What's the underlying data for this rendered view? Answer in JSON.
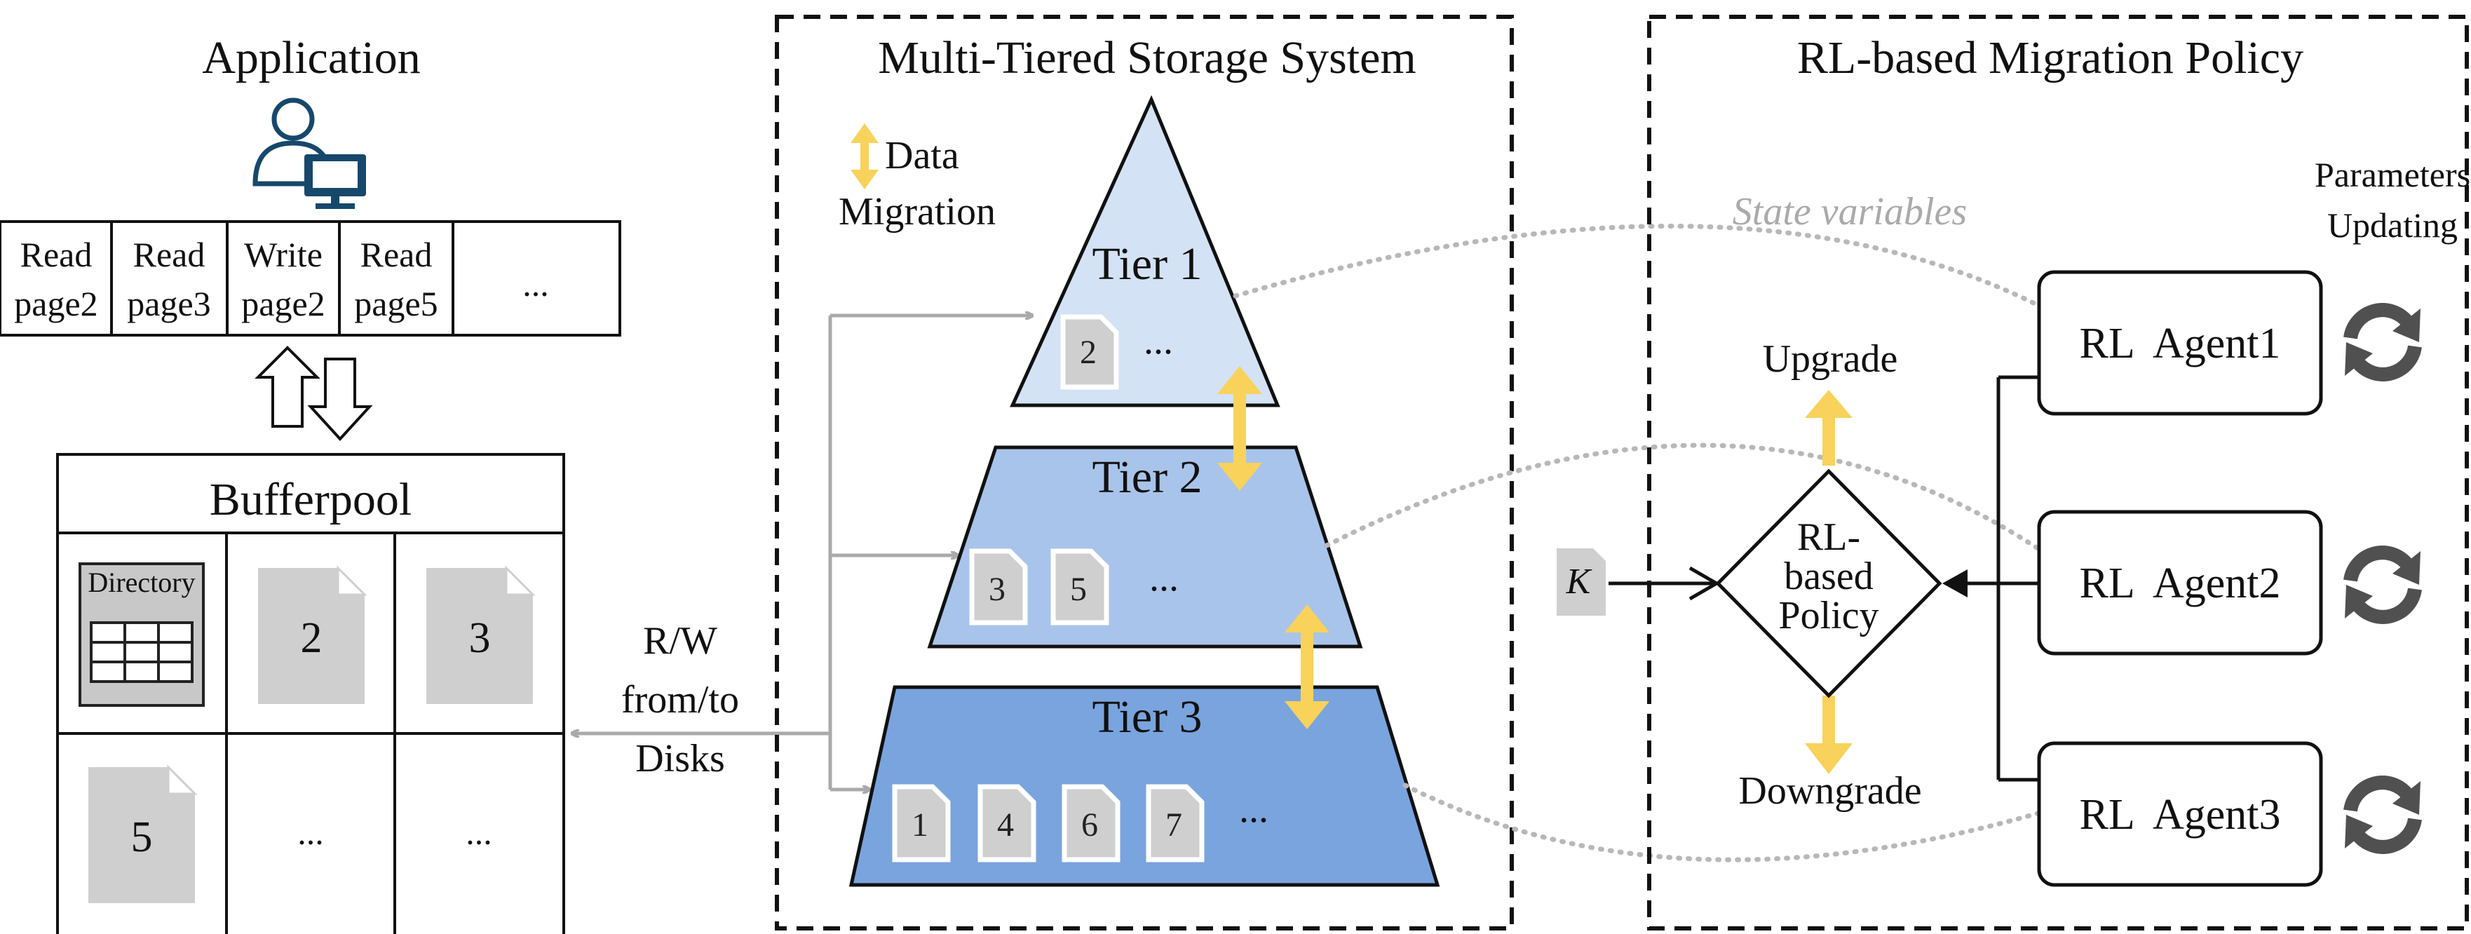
{
  "colors": {
    "tier1": "#d4e2f5",
    "tier2": "#a9c4ea",
    "tier3": "#7aa4de",
    "migration": "#f8d25a",
    "page_gray": "#cfcfcf",
    "connector": "#aaaaaa",
    "icon_blue": "#16486b"
  },
  "application": {
    "title": "Application",
    "ops": [
      {
        "op": "Read",
        "page": "page2"
      },
      {
        "op": "Read",
        "page": "page3"
      },
      {
        "op": "Write",
        "page": "page2"
      },
      {
        "op": "Read",
        "page": "page5"
      },
      {
        "op": "...",
        "page": ""
      }
    ]
  },
  "bufferpool": {
    "title": "Bufferpool",
    "directory_label": "Directory",
    "cells": [
      "2",
      "3",
      "5",
      "...",
      "..."
    ]
  },
  "rw_label": [
    "R/W",
    "from/to",
    "Disks"
  ],
  "storage": {
    "title": "Multi-Tiered Storage System",
    "legend": [
      "Data",
      "Migration"
    ],
    "tiers": [
      {
        "name": "Tier 1",
        "pages": [
          "2"
        ],
        "more": "..."
      },
      {
        "name": "Tier 2",
        "pages": [
          "3",
          "5"
        ],
        "more": "..."
      },
      {
        "name": "Tier 3",
        "pages": [
          "1",
          "4",
          "6",
          "7"
        ],
        "more": "..."
      }
    ]
  },
  "policy": {
    "title": "RL-based Migration Policy",
    "state_variables": "State variables",
    "parameters": [
      "Parameters",
      "Updating"
    ],
    "upgrade": "Upgrade",
    "downgrade": "Downgrade",
    "k_label": "K",
    "diamond": [
      "RL-",
      "based",
      "Policy"
    ],
    "agents": [
      "RL  Agent1",
      "RL  Agent2",
      "RL  Agent3"
    ]
  }
}
